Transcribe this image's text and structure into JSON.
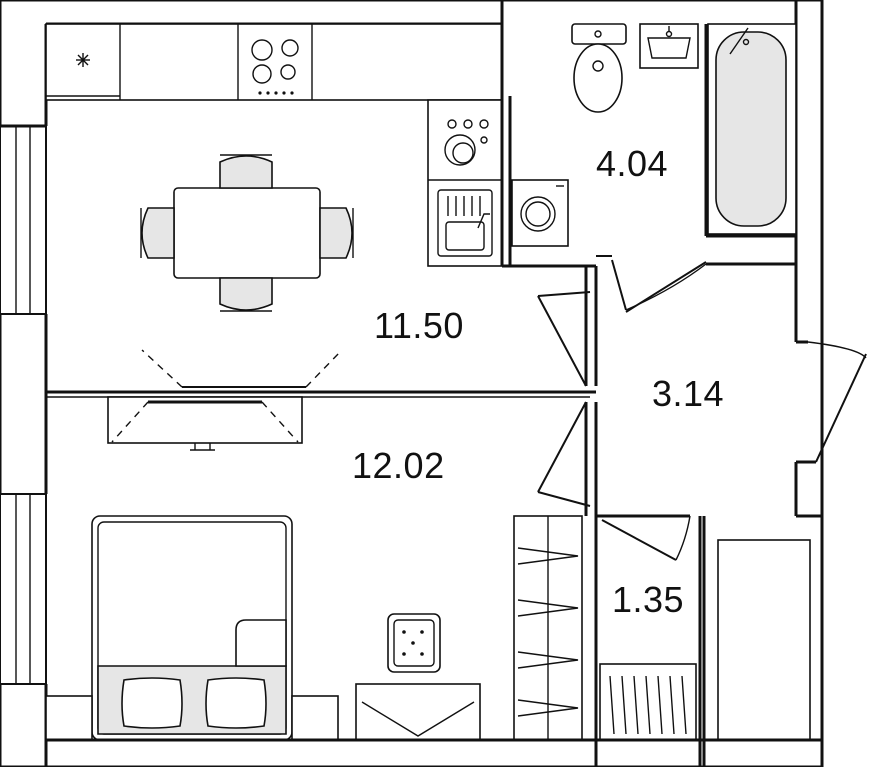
{
  "rooms": [
    {
      "id": "bathroom",
      "area": "4.04"
    },
    {
      "id": "kitchen-living",
      "area": "11.50"
    },
    {
      "id": "hallway",
      "area": "3.14"
    },
    {
      "id": "bedroom",
      "area": "12.02"
    },
    {
      "id": "storage",
      "area": "1.35"
    }
  ],
  "colors": {
    "line": "#111111",
    "fill_grey": "#e6e6e6",
    "background": "#ffffff"
  }
}
